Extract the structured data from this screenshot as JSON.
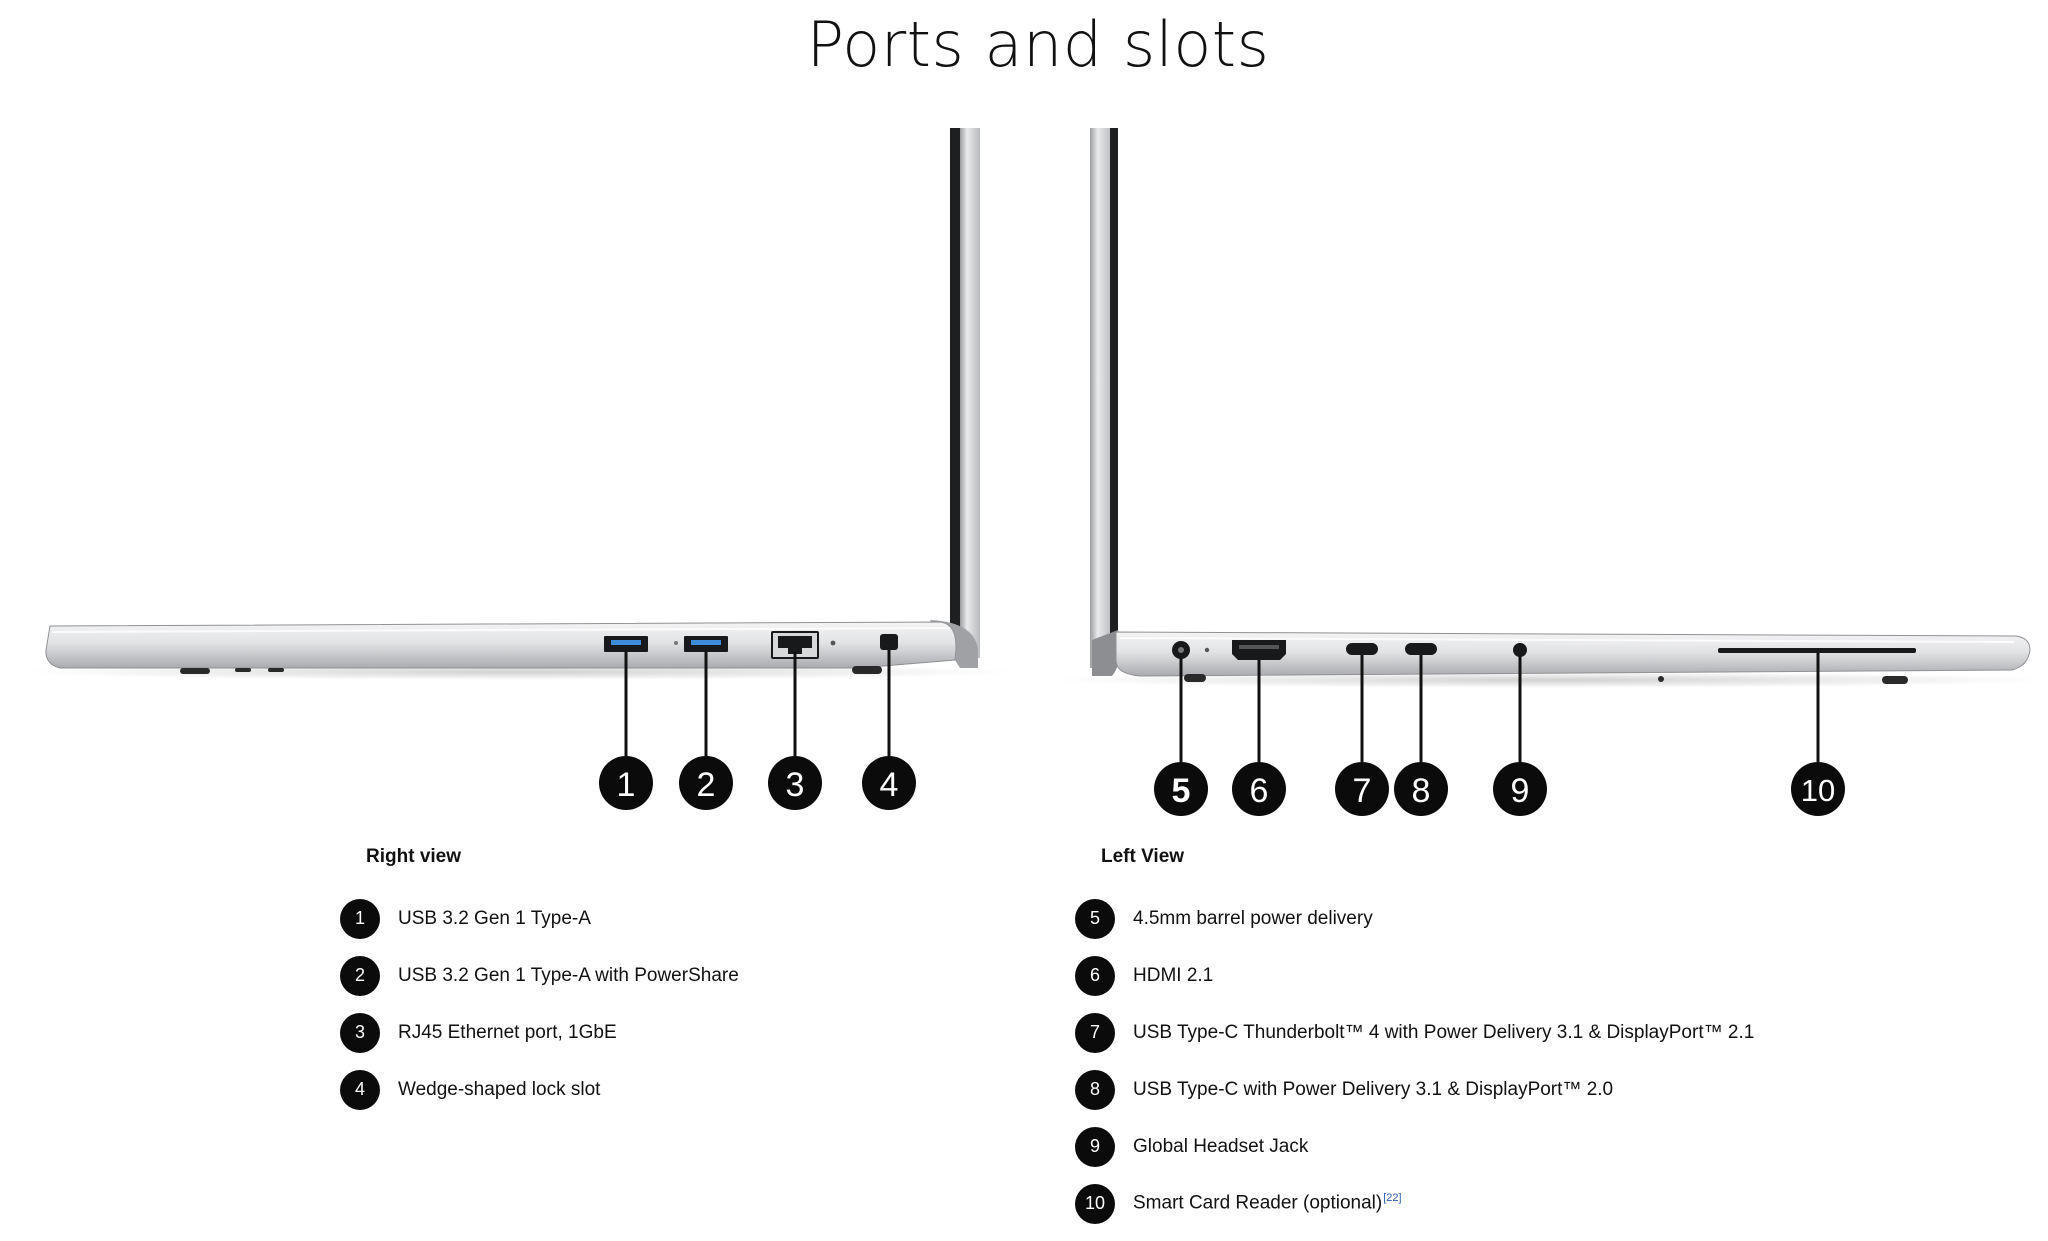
{
  "title": "Ports and slots",
  "right_view": {
    "heading": "Right view",
    "items": [
      {
        "num": "1",
        "label": "USB 3.2 Gen 1 Type-A",
        "icon": "usb-a-port-icon"
      },
      {
        "num": "2",
        "label": "USB 3.2 Gen 1 Type-A with PowerShare",
        "icon": "usb-a-port-icon"
      },
      {
        "num": "3",
        "label": "RJ45 Ethernet port, 1GbE",
        "icon": "ethernet-port-icon"
      },
      {
        "num": "4",
        "label": "Wedge-shaped lock slot",
        "icon": "lock-slot-icon"
      }
    ]
  },
  "left_view": {
    "heading": "Left View",
    "items": [
      {
        "num": "5",
        "label": "4.5mm barrel power delivery",
        "icon": "barrel-power-port-icon"
      },
      {
        "num": "6",
        "label": "HDMI 2.1",
        "icon": "hdmi-port-icon"
      },
      {
        "num": "7",
        "label": "USB Type-C Thunderbolt™ 4 with Power Delivery 3.1 & DisplayPort™ 2.1",
        "icon": "usb-c-port-icon"
      },
      {
        "num": "8",
        "label": "USB Type-C with Power Delivery 3.1 & DisplayPort™ 2.0",
        "icon": "usb-c-port-icon"
      },
      {
        "num": "9",
        "label": "Global Headset Jack",
        "icon": "headset-jack-icon"
      },
      {
        "num": "10",
        "label": "Smart Card Reader (optional)",
        "footnote": "[22]",
        "icon": "smart-card-slot-icon"
      }
    ]
  },
  "colors": {
    "callout_fill": "#0b0b0b",
    "leader_line": "#111111",
    "chassis_silver": "#d9dadc",
    "footnote_link": "#2d5fb0"
  }
}
